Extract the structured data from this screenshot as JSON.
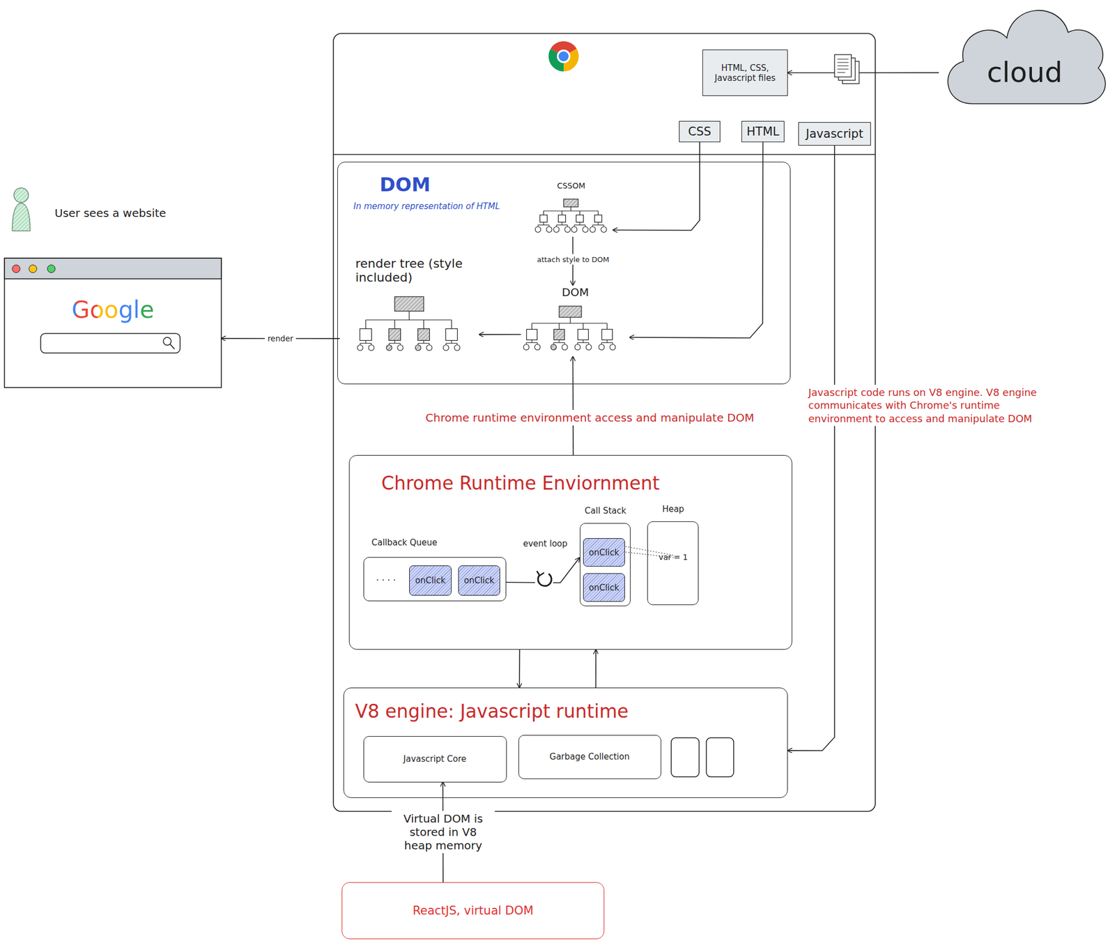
{
  "diagram": {
    "nodes": [
      {
        "text": [
          "cloud"
        ]
      },
      {
        "text": [
          "HTML, CSS, Javascript files"
        ]
      },
      {
        "text": [
          "CSS"
        ]
      },
      {
        "text": [
          "HTML"
        ]
      },
      {
        "text": [
          "Javascript"
        ]
      },
      {
        "text": [
          "DOM",
          "In memory representation of HTML"
        ]
      },
      {
        "text": [
          "CSSOM"
        ],
        "in": 5
      },
      {
        "text": [
          "DOM"
        ],
        "in": 5
      },
      {
        "text": [
          "render tree (style included)"
        ],
        "in": 5
      },
      {
        "text": [
          "Google"
        ]
      },
      {
        "text": [
          "Chrome Runtime Enviornment"
        ]
      },
      {
        "text": [
          "Callback Queue",
          ". . . ."
        ],
        "in": 10
      },
      {
        "text": [
          "onClick"
        ],
        "in": 11
      },
      {
        "text": [
          "onClick"
        ],
        "in": 11
      },
      {
        "text": [
          "Call Stack"
        ],
        "in": 10
      },
      {
        "text": [
          "onClick"
        ],
        "in": 14
      },
      {
        "text": [
          "onClick"
        ],
        "in": 14
      },
      {
        "text": [
          "Heap",
          "var = 1"
        ],
        "in": 10
      },
      {
        "text": [
          "V8 engine: Javascript runtime"
        ]
      },
      {
        "text": [
          "Javascript Core"
        ],
        "in": 18
      },
      {
        "text": [
          "Garbage Collection"
        ],
        "in": 18
      },
      {
        "text": [
          "ReactJS, virtual DOM"
        ]
      }
    ],
    "edges": [
      {
        "from": 0,
        "to": 1,
        "arrow": "to"
      },
      {
        "from": 2,
        "to": 6,
        "arrow": "to"
      },
      {
        "from": 3,
        "to": 7,
        "arrow": "to"
      },
      {
        "from": 4,
        "to": 18,
        "arrow": "to"
      },
      {
        "from": 6,
        "to": 7,
        "label": "attach style to DOM",
        "arrow": "to"
      },
      {
        "from": 7,
        "to": 8,
        "arrow": "to"
      },
      {
        "from": 8,
        "to": 9,
        "label": "render",
        "arrow": "to"
      },
      {
        "from": 10,
        "to": 7,
        "label": "Chrome runtime environment access and manipulate DOM",
        "arrow": "to"
      },
      {
        "from": 11,
        "to": 14,
        "label": "event loop",
        "arrow": "to"
      },
      {
        "from": 10,
        "to": 18,
        "arrow": "to"
      },
      {
        "from": 18,
        "to": 10,
        "arrow": "to"
      },
      {
        "from": 21,
        "to": 19,
        "label": "Virtual DOM is stored in V8 heap memory",
        "arrow": "to"
      }
    ],
    "labels": [
      "User sees a website",
      "Javascript code runs on V8 engine. V8 engine communicates with Chrome's runtime environment to access and manipulate DOM"
    ]
  }
}
